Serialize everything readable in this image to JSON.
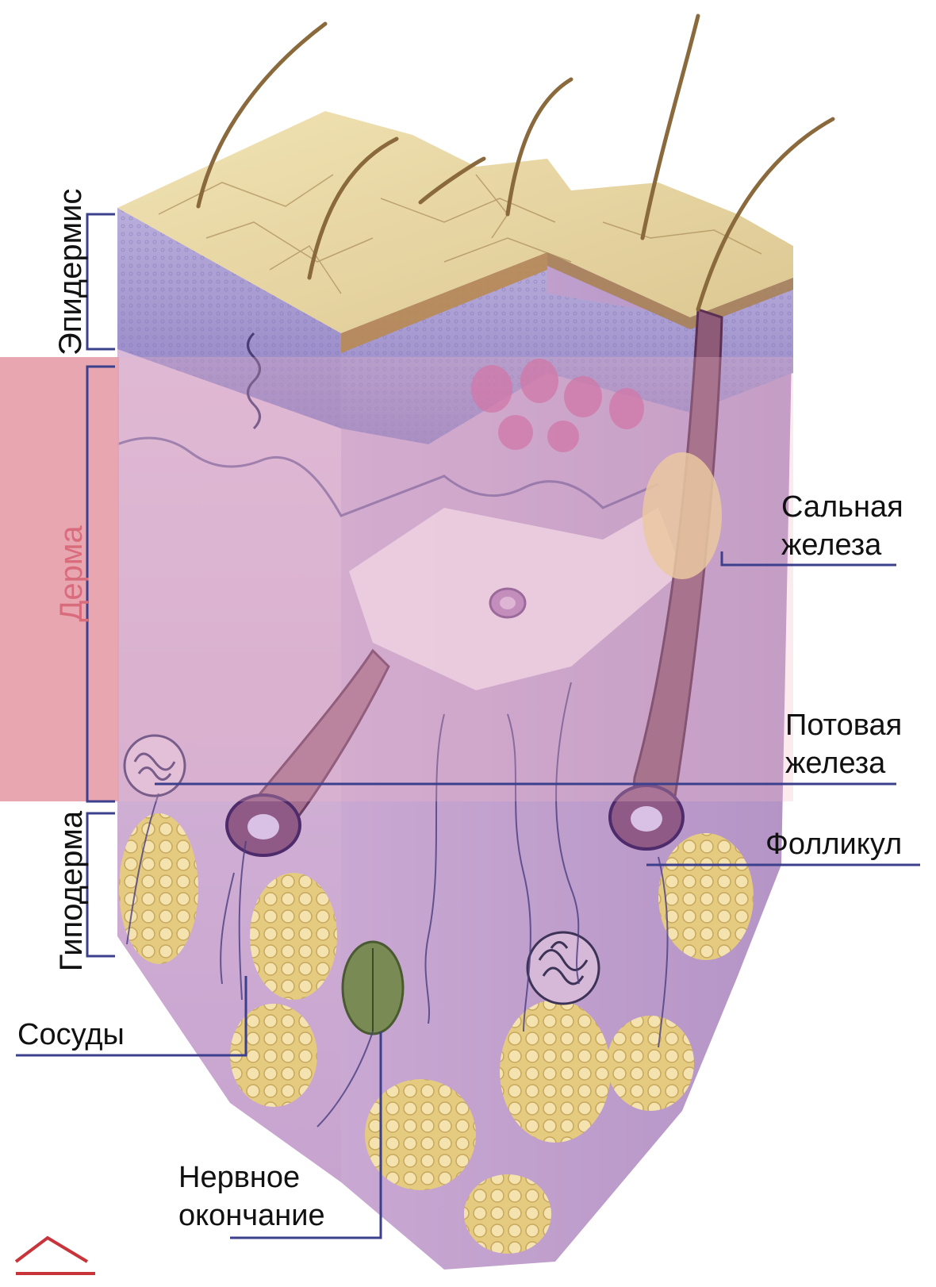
{
  "layers": {
    "epidermis": "Эпидермис",
    "derma": "Дерма",
    "hypoderma": "Гиподерма"
  },
  "labels": {
    "sebaceous_line1": "Сальная",
    "sebaceous_line2": "железа",
    "sweat_line1": "Потовая",
    "sweat_line2": "железа",
    "follicle": "Фолликул",
    "vessels": "Сосуды",
    "nerve_line1": "Нервное",
    "nerve_line2": "окончание"
  },
  "colors": {
    "top_surface": "#e9d9a6",
    "epidermis": "#a89bd0",
    "dermis": "#d8b6d6",
    "hypodermis": "#cdb3d6",
    "fat": "#ead48a",
    "derma_band": "#e7a1ad",
    "leader_line": "#3b3f8c",
    "hair": "#8a6a3c"
  }
}
